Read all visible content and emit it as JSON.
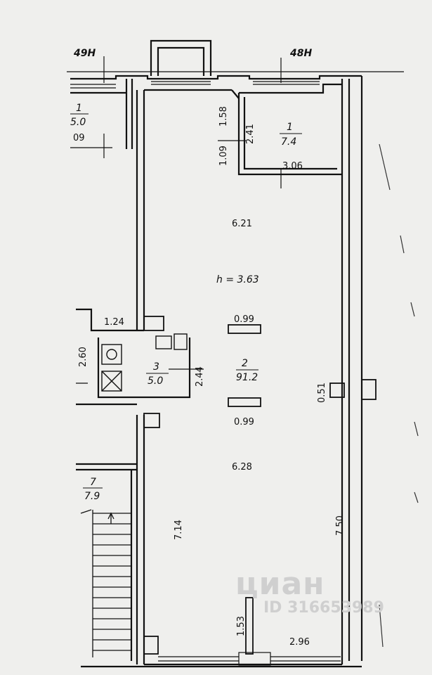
{
  "axes": {
    "left": "49Н",
    "right": "48Н"
  },
  "ceiling_height": "h = 3.63",
  "rooms": {
    "room1": {
      "number": "1",
      "area": "7.4"
    },
    "room2": {
      "number": "2",
      "area": "91.2"
    },
    "room3": {
      "number": "3",
      "area": "5.0"
    },
    "room7": {
      "number": "7",
      "area": "7.9"
    },
    "left_partial": {
      "number": "1",
      "area": "5.0",
      "dim": "09"
    }
  },
  "dimensions": {
    "d_158": "1.58",
    "d_241": "2.41",
    "d_109": "1.09",
    "d_306": "3.06",
    "d_621": "6.21",
    "d_099_top": "0.99",
    "d_099_bottom": "0.99",
    "d_124": "1.24",
    "d_260": "2.60",
    "d_244": "2.44",
    "d_051": "0.51",
    "d_628": "6.28",
    "d_714": "7.14",
    "d_750": "7.50",
    "d_153": "1.53",
    "d_296": "2.96"
  },
  "watermark": {
    "brand": "циан",
    "id": "ID 316653989"
  }
}
